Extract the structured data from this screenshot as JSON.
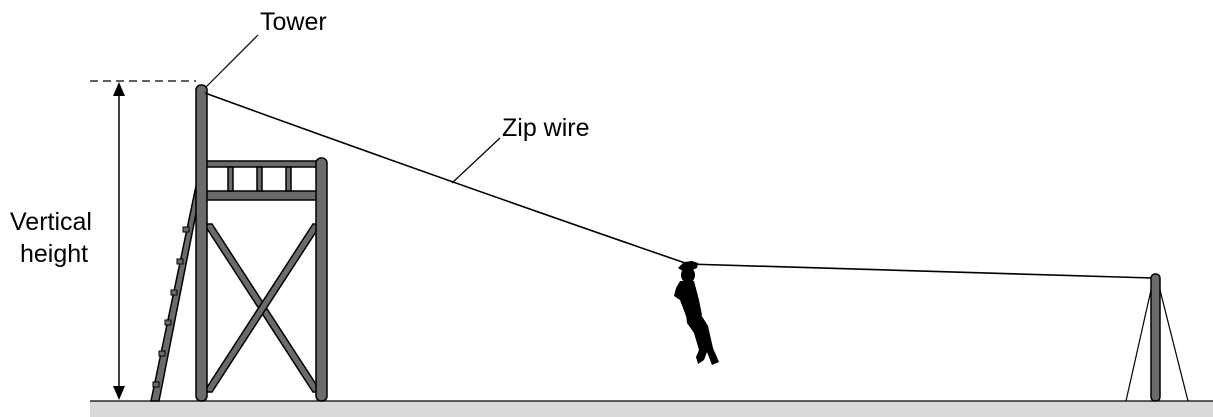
{
  "labels": {
    "tower": "Tower",
    "zip_wire": "Zip wire",
    "vertical_height_line1": "Vertical",
    "vertical_height_line2": "height"
  },
  "colors": {
    "post_fill": "#6b6b6b",
    "ground_fill": "#d9d9d9",
    "line": "#000000",
    "person": "#000000"
  }
}
